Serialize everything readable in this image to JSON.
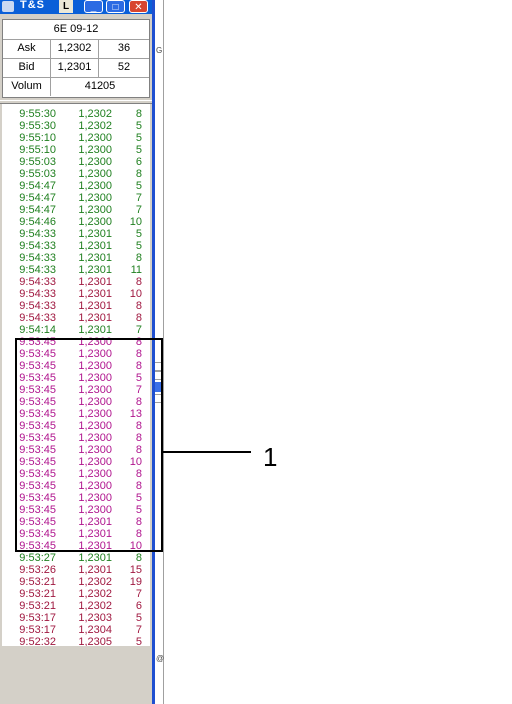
{
  "window": {
    "title": "T&S",
    "tab_label": "L",
    "min_glyph": "_",
    "max_glyph": "□",
    "close_glyph": "✕"
  },
  "quote": {
    "symbol": "6E 09-12",
    "ask_label": "Ask",
    "ask_price": "1,2302",
    "ask_size": "36",
    "bid_label": "Bid",
    "bid_price": "1,2301",
    "bid_size": "52",
    "volume_label": "Volum",
    "volume": "41205"
  },
  "colors": {
    "green": "#208020",
    "red": "#a01840",
    "magenta": "#b0158e"
  },
  "trades": [
    {
      "time": "9:55:30",
      "price": "1,2302",
      "size": "8",
      "color": "green"
    },
    {
      "time": "9:55:30",
      "price": "1,2302",
      "size": "5",
      "color": "green"
    },
    {
      "time": "9:55:10",
      "price": "1,2300",
      "size": "5",
      "color": "green"
    },
    {
      "time": "9:55:10",
      "price": "1,2300",
      "size": "5",
      "color": "green"
    },
    {
      "time": "9:55:03",
      "price": "1,2300",
      "size": "6",
      "color": "green"
    },
    {
      "time": "9:55:03",
      "price": "1,2300",
      "size": "8",
      "color": "green"
    },
    {
      "time": "9:54:47",
      "price": "1,2300",
      "size": "5",
      "color": "green"
    },
    {
      "time": "9:54:47",
      "price": "1,2300",
      "size": "7",
      "color": "green"
    },
    {
      "time": "9:54:47",
      "price": "1,2300",
      "size": "7",
      "color": "green"
    },
    {
      "time": "9:54:46",
      "price": "1,2300",
      "size": "10",
      "color": "green"
    },
    {
      "time": "9:54:33",
      "price": "1,2301",
      "size": "5",
      "color": "green"
    },
    {
      "time": "9:54:33",
      "price": "1,2301",
      "size": "5",
      "color": "green"
    },
    {
      "time": "9:54:33",
      "price": "1,2301",
      "size": "8",
      "color": "green"
    },
    {
      "time": "9:54:33",
      "price": "1,2301",
      "size": "11",
      "color": "green"
    },
    {
      "time": "9:54:33",
      "price": "1,2301",
      "size": "8",
      "color": "red"
    },
    {
      "time": "9:54:33",
      "price": "1,2301",
      "size": "10",
      "color": "red"
    },
    {
      "time": "9:54:33",
      "price": "1,2301",
      "size": "8",
      "color": "red"
    },
    {
      "time": "9:54:33",
      "price": "1,2301",
      "size": "8",
      "color": "red"
    },
    {
      "time": "9:54:14",
      "price": "1,2301",
      "size": "7",
      "color": "green"
    },
    {
      "time": "9:53:45",
      "price": "1,2300",
      "size": "8",
      "color": "magenta"
    },
    {
      "time": "9:53:45",
      "price": "1,2300",
      "size": "8",
      "color": "magenta"
    },
    {
      "time": "9:53:45",
      "price": "1,2300",
      "size": "8",
      "color": "magenta"
    },
    {
      "time": "9:53:45",
      "price": "1,2300",
      "size": "5",
      "color": "magenta"
    },
    {
      "time": "9:53:45",
      "price": "1,2300",
      "size": "7",
      "color": "magenta"
    },
    {
      "time": "9:53:45",
      "price": "1,2300",
      "size": "8",
      "color": "magenta"
    },
    {
      "time": "9:53:45",
      "price": "1,2300",
      "size": "13",
      "color": "magenta"
    },
    {
      "time": "9:53:45",
      "price": "1,2300",
      "size": "8",
      "color": "magenta"
    },
    {
      "time": "9:53:45",
      "price": "1,2300",
      "size": "8",
      "color": "magenta"
    },
    {
      "time": "9:53:45",
      "price": "1,2300",
      "size": "8",
      "color": "magenta"
    },
    {
      "time": "9:53:45",
      "price": "1,2300",
      "size": "10",
      "color": "magenta"
    },
    {
      "time": "9:53:45",
      "price": "1,2300",
      "size": "8",
      "color": "magenta"
    },
    {
      "time": "9:53:45",
      "price": "1,2300",
      "size": "8",
      "color": "magenta"
    },
    {
      "time": "9:53:45",
      "price": "1,2300",
      "size": "5",
      "color": "magenta"
    },
    {
      "time": "9:53:45",
      "price": "1,2300",
      "size": "5",
      "color": "magenta"
    },
    {
      "time": "9:53:45",
      "price": "1,2301",
      "size": "8",
      "color": "magenta"
    },
    {
      "time": "9:53:45",
      "price": "1,2301",
      "size": "8",
      "color": "magenta"
    },
    {
      "time": "9:53:45",
      "price": "1,2301",
      "size": "10",
      "color": "magenta"
    },
    {
      "time": "9:53:27",
      "price": "1,2301",
      "size": "8",
      "color": "green"
    },
    {
      "time": "9:53:26",
      "price": "1,2301",
      "size": "15",
      "color": "red"
    },
    {
      "time": "9:53:21",
      "price": "1,2302",
      "size": "19",
      "color": "red"
    },
    {
      "time": "9:53:21",
      "price": "1,2302",
      "size": "7",
      "color": "red"
    },
    {
      "time": "9:53:21",
      "price": "1,2302",
      "size": "6",
      "color": "red"
    },
    {
      "time": "9:53:17",
      "price": "1,2303",
      "size": "5",
      "color": "red"
    },
    {
      "time": "9:53:17",
      "price": "1,2304",
      "size": "7",
      "color": "red"
    },
    {
      "time": "9:52:32",
      "price": "1,2305",
      "size": "5",
      "color": "red"
    }
  ],
  "annotation": {
    "label": "1"
  },
  "side_text": {
    "top": "G",
    "bottom": "@"
  }
}
